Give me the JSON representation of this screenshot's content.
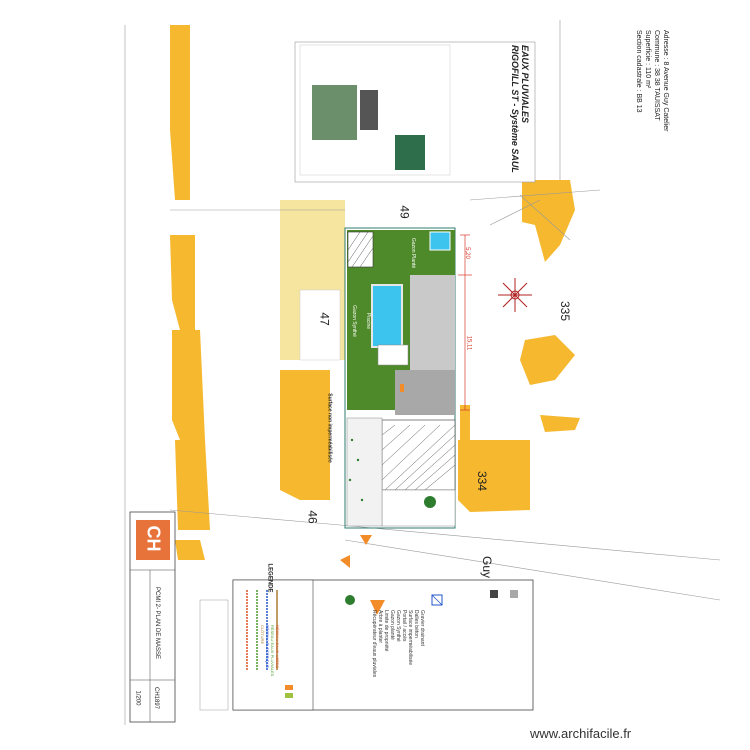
{
  "info": {
    "adresse_label": "Adresse :",
    "adresse_value": "8 Avenue Guy Catelier",
    "commune_label": "Commune :",
    "commune_value": "38 38 TAUISSAT",
    "surface_label": "Superficie :",
    "surface_value": "110 m²",
    "section_label": "Section cadastrale :",
    "section_value": "BB 13"
  },
  "product": {
    "title": "EAUX PLUVIALES",
    "subtitle": "RIGOFILL ST - Système SAUL"
  },
  "parcels": {
    "p49": "49",
    "p47": "47",
    "p335": "335",
    "p334": "334",
    "p46": "46"
  },
  "street": {
    "name": "Guy"
  },
  "plan": {
    "pool_label": "Piscine",
    "lawn_label_1": "Gazon Synthé",
    "lawn_label_2": "Gazon Planté",
    "dim_1": "15,11",
    "dim_2": "5,20",
    "parking_note": "Surface non imperméabilisée"
  },
  "legend": {
    "title": "LEGENDE",
    "lines": [
      "Gravier drainant",
      "Dalles béton",
      "Surface imperméabilisée",
      "Portail / accès",
      "Gazon Synthé",
      "Gazon planté",
      "Limite de propriété",
      "Arbre à planter",
      "Récupérateur d'eaux pluviales"
    ],
    "color_keys": [
      "RÉSEAU EAUX USÉES",
      "RÉSEAU EAUX PLUVIALES",
      "RÉSEAU ÉLECTRIQUE",
      "CLÔTURE"
    ]
  },
  "title_block": {
    "logo": "CH",
    "plan_title": "PCMI 2- PLAN DE MASSE",
    "ref": "CH1897",
    "scale": "1/200"
  },
  "watermark": "www.archifacile.fr",
  "colors": {
    "neighbor": "#f5b82e",
    "lawn": "#4f8a2a",
    "pool": "#3cc3ee",
    "concrete": "#b8b8b8",
    "parcel_line": "#2e7d6d",
    "dim_red": "#d83a2a"
  }
}
